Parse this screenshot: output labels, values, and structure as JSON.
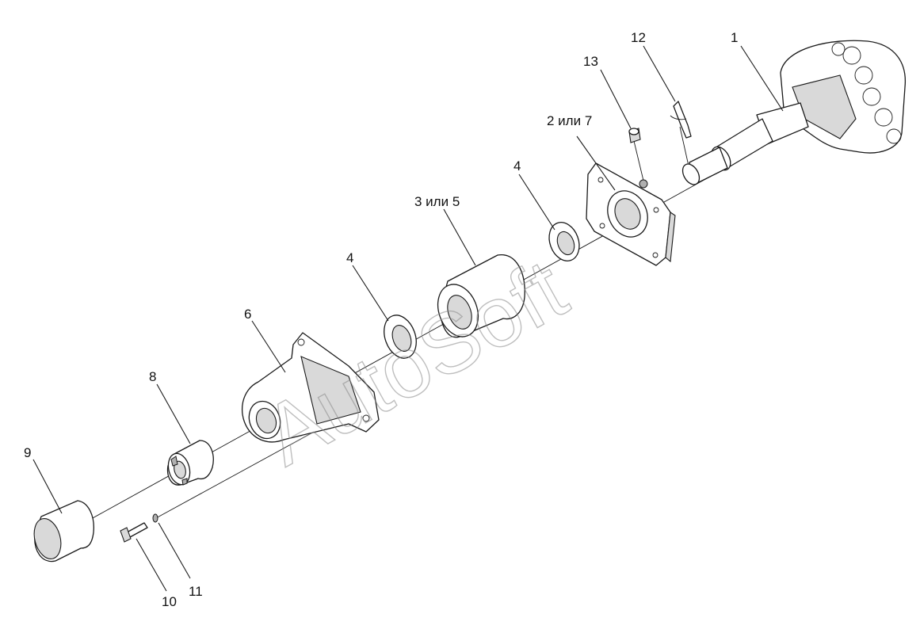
{
  "labels": {
    "l1": "1",
    "l2": "2 или 7",
    "l3": "3 или 5",
    "l4a": "4",
    "l4b": "4",
    "l6": "6",
    "l8": "8",
    "l9": "9",
    "l10": "10",
    "l11": "11",
    "l12": "12",
    "l13": "13"
  },
  "watermark": "AutoSoft"
}
